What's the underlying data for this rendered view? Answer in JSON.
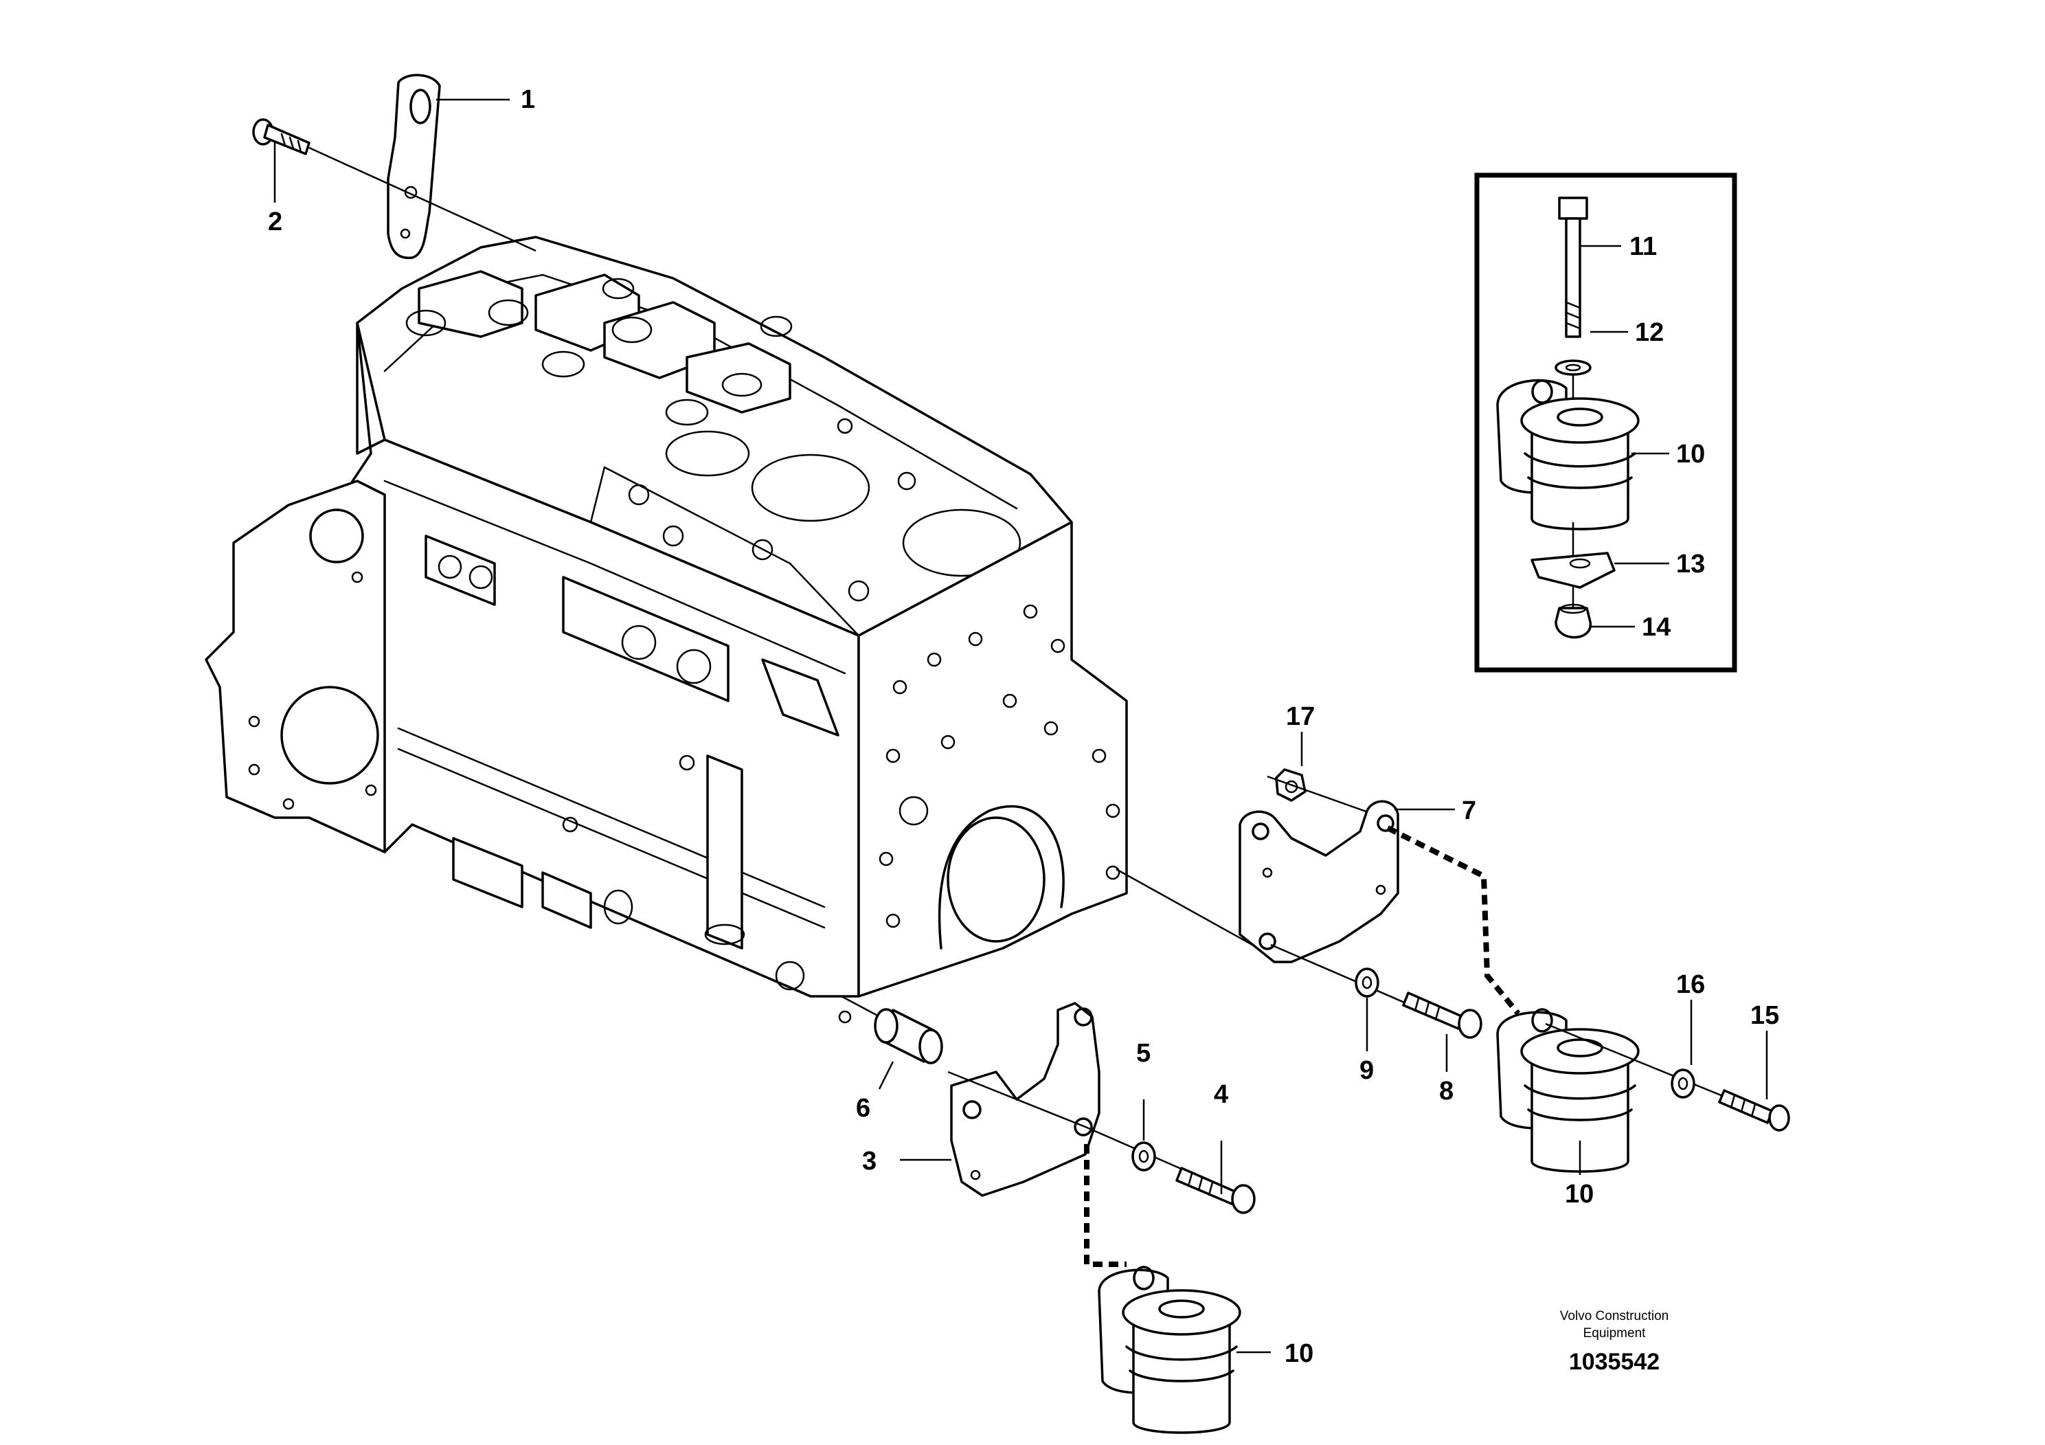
{
  "callouts": {
    "c1": "1",
    "c2": "2",
    "c3": "3",
    "c4": "4",
    "c5": "5",
    "c6": "6",
    "c7": "7",
    "c8": "8",
    "c9": "9",
    "c10a": "10",
    "c10b": "10",
    "c10c": "10",
    "c11": "11",
    "c12": "12",
    "c13": "13",
    "c14": "14",
    "c15": "15",
    "c16": "16",
    "c17": "17"
  },
  "footer": {
    "line1": "Volvo Construction",
    "line2": "Equipment",
    "number": "1035542"
  }
}
